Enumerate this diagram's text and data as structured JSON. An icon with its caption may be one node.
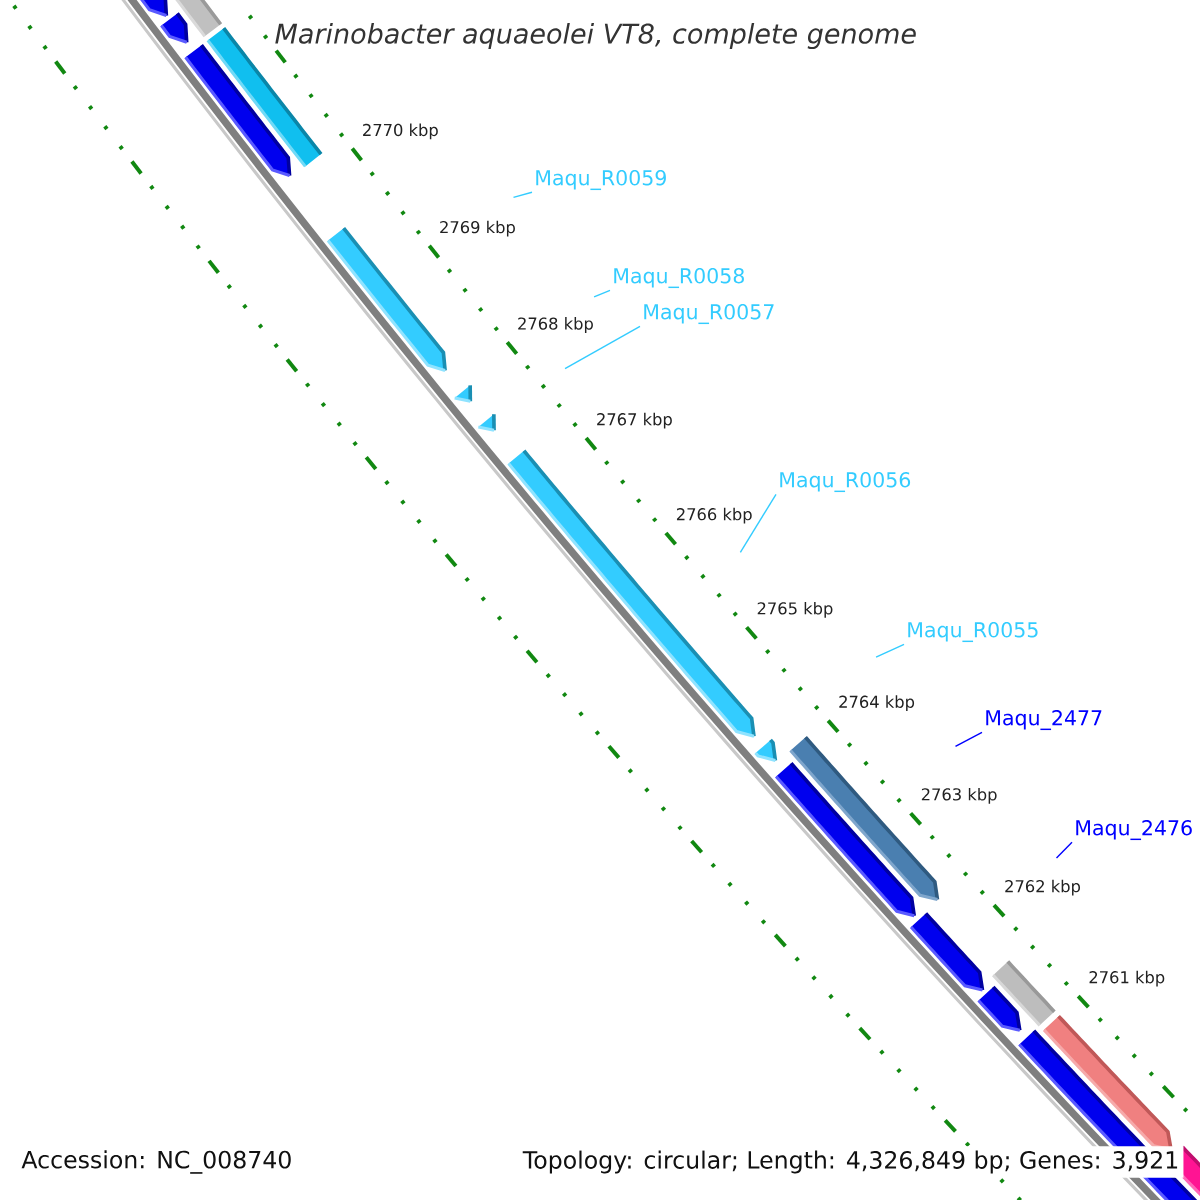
{
  "diagram": {
    "title": "Marinobacter aquaeolei VT8, complete genome",
    "nodes": [
      {
        "text": [
          "Maqu_R0059"
        ]
      },
      {
        "text": [
          "Maqu_R0058"
        ]
      },
      {
        "text": [
          "Maqu_R0057"
        ]
      },
      {
        "text": [
          "Maqu_R0056"
        ]
      },
      {
        "text": [
          "Maqu_R0055"
        ]
      },
      {
        "text": [
          "Maqu_2477"
        ]
      },
      {
        "text": [
          "Maqu_2476"
        ]
      }
    ],
    "edges": [
      {
        "from": 0,
        "to": null,
        "arrow": "none"
      },
      {
        "from": 1,
        "to": null,
        "arrow": "none"
      },
      {
        "from": 2,
        "to": null,
        "arrow": "none"
      },
      {
        "from": 3,
        "to": null,
        "arrow": "none"
      },
      {
        "from": 4,
        "to": null,
        "arrow": "none"
      },
      {
        "from": 5,
        "to": null,
        "arrow": "none",
        "color": "#0000ff"
      },
      {
        "from": 6,
        "to": null,
        "arrow": "none",
        "color": "#0000ff"
      }
    ],
    "labels": [
      "2770 kbp",
      "2769 kbp",
      "2768 kbp",
      "2767 kbp",
      "2766 kbp",
      "2765 kbp",
      "2764 kbp",
      "2763 kbp",
      "2762 kbp",
      "2761 kbp",
      "Accession: NC_008740",
      "Topology: circular; Length: 4,326,849 bp; Genes: 3,921"
    ]
  }
}
